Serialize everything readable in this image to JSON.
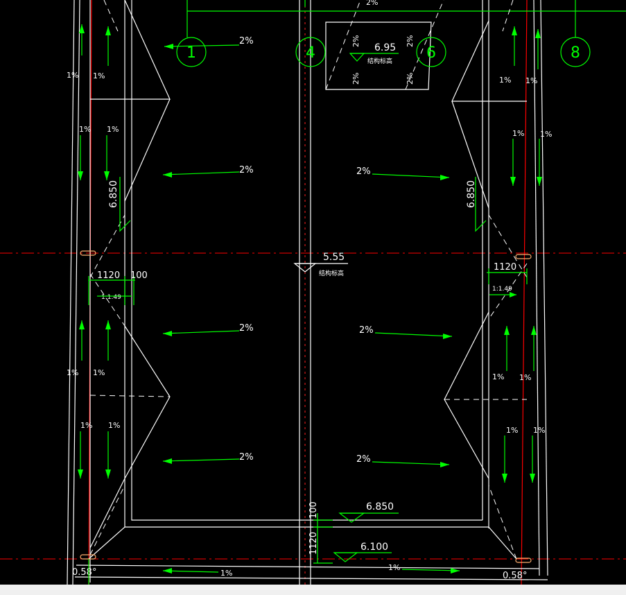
{
  "grid_bubbles": [
    "1",
    "4",
    "6",
    "8"
  ],
  "elevations": {
    "top_box": "6.95",
    "center": "5.55",
    "bottom_upper": "6.850",
    "bottom_lower": "6.100",
    "left_ridge": "6.850",
    "right_ridge": "6.850"
  },
  "notes": {
    "structural": "结构标高"
  },
  "dimensions": {
    "left_width": "1120",
    "left_offset": "100",
    "right_width": "1120",
    "left_ratio": "1:1.49",
    "right_ratio": "1:1.49",
    "bottom_width": "1120",
    "bottom_offset": "100"
  },
  "angles": {
    "bottom_left": "0.58°",
    "bottom_right": "0.58°"
  },
  "slopes": {
    "two_percent": "2%",
    "one_percent": "1%"
  },
  "colors": {
    "background": "#000000",
    "lines": "#ffffff",
    "axis": "#ff0000",
    "annotation": "#00ff00"
  }
}
